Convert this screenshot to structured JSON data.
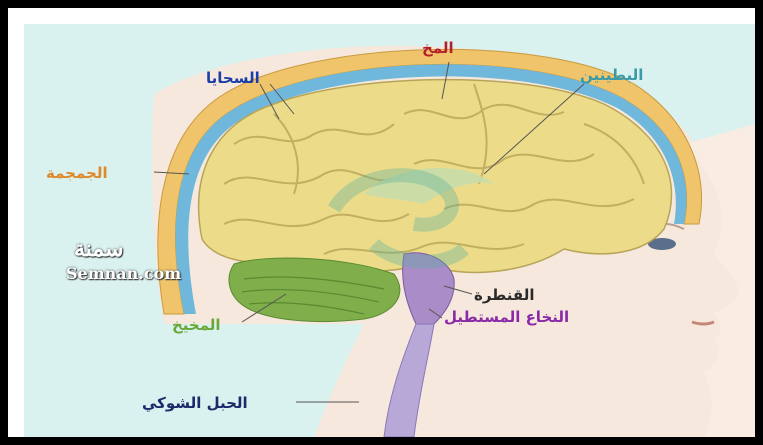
{
  "labels": {
    "brain": "المخ",
    "meninges": "السحايا",
    "ventricles": "البطينين",
    "skull": "الجمجمة",
    "pons": "القنطرة",
    "medulla": "النخاع المستطيل",
    "cerebellum": "المخيخ",
    "spinal_cord": "الحبل الشوكي"
  },
  "watermark": {
    "arabic": "سمنة",
    "latin": "Semnan.com"
  },
  "colors": {
    "brain": "#b3202a",
    "meninges": "#1b3fa8",
    "ventricles": "#3a9aa8",
    "skull": "#e0892a",
    "pons": "#2a2a2a",
    "medulla": "#8a2aa8",
    "cerebellum": "#6aa83a",
    "spinal_cord": "#1a2a6a"
  }
}
